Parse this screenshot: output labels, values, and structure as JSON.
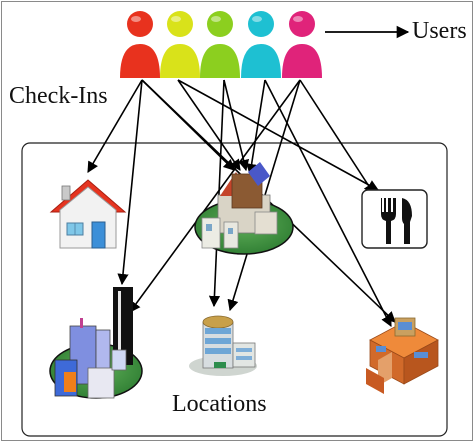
{
  "labels": {
    "users": "Users",
    "checkins": "Check-Ins",
    "locations": "Locations"
  },
  "users": [
    {
      "id": "user-red",
      "color": "#e8321e"
    },
    {
      "id": "user-yellow",
      "color": "#d9e21a"
    },
    {
      "id": "user-green",
      "color": "#8ccf1f"
    },
    {
      "id": "user-cyan",
      "color": "#1ec0d2"
    },
    {
      "id": "user-magenta",
      "color": "#e0237a"
    }
  ],
  "locations": [
    {
      "id": "house",
      "icon": "house-icon"
    },
    {
      "id": "castle",
      "icon": "castle-icon"
    },
    {
      "id": "restaurant",
      "icon": "fork-knife-icon"
    },
    {
      "id": "city",
      "icon": "city-skyscrapers-icon"
    },
    {
      "id": "office",
      "icon": "office-building-icon"
    },
    {
      "id": "mall",
      "icon": "shopping-mall-icon"
    }
  ],
  "checkins": [
    {
      "from": "user-red",
      "to": "house"
    },
    {
      "from": "user-red",
      "to": "city"
    },
    {
      "from": "user-red",
      "to": "castle"
    },
    {
      "from": "user-red",
      "to": "mall"
    },
    {
      "from": "user-yellow",
      "to": "castle"
    },
    {
      "from": "user-yellow",
      "to": "restaurant"
    },
    {
      "from": "user-green",
      "to": "office"
    },
    {
      "from": "user-green",
      "to": "castle"
    },
    {
      "from": "user-cyan",
      "to": "castle"
    },
    {
      "from": "user-cyan",
      "to": "mall"
    },
    {
      "from": "user-magenta",
      "to": "city"
    },
    {
      "from": "user-magenta",
      "to": "office"
    },
    {
      "from": "user-magenta",
      "to": "restaurant"
    }
  ]
}
